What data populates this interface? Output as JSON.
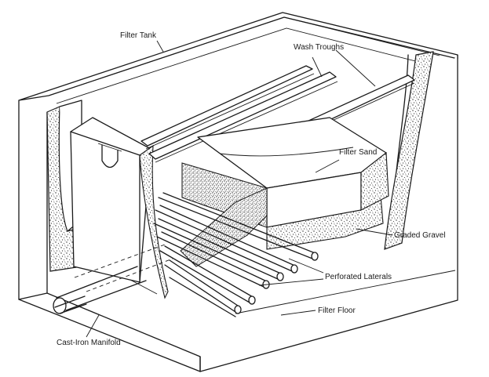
{
  "labels": {
    "filter_tank": "Filter Tank",
    "wash_troughs": "Wash Troughs",
    "filter_sand": "Filter Sand",
    "graded_gravel": "Graded Gravel",
    "perforated_laterals": "Perforated Laterals",
    "filter_floor": "Filter Floor",
    "cast_iron_manifold": "Cast-Iron Manifold"
  },
  "colors": {
    "ink": "#1a1a1a",
    "paper": "#ffffff",
    "stipple": "#2a2a2a"
  }
}
